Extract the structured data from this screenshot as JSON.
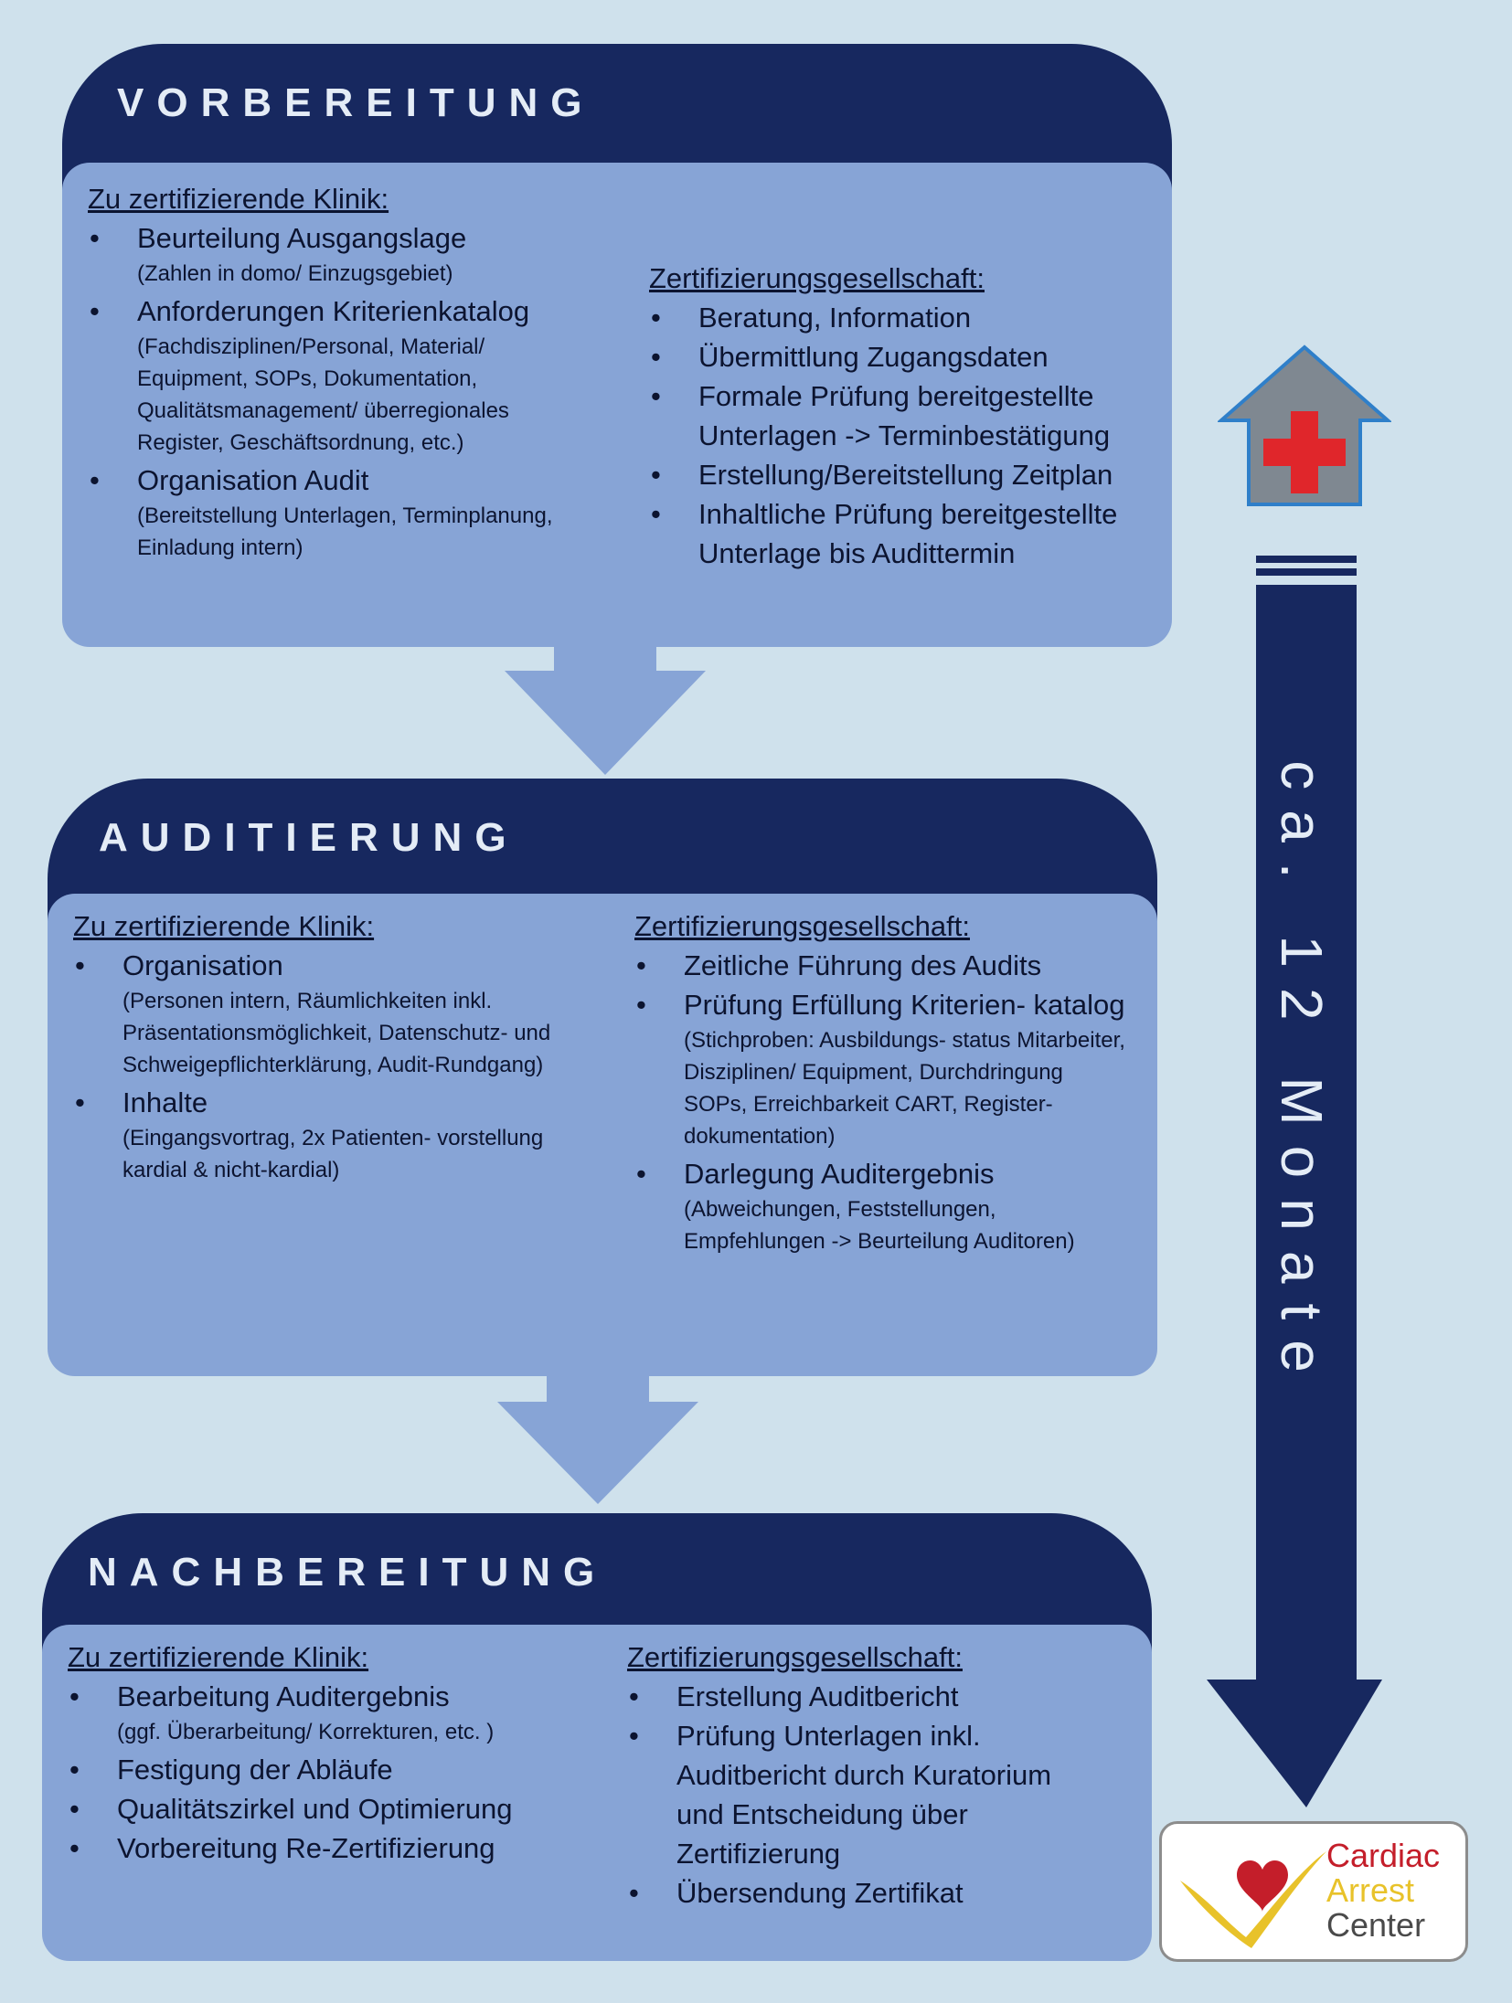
{
  "phases": [
    {
      "title": "VORBEREITUNG",
      "clinic": {
        "heading": "Zu zertifizierende Klinik:",
        "items": [
          {
            "text": "Beurteilung Ausgangslage",
            "sub": "(Zahlen in domo/ Einzugsgebiet)"
          },
          {
            "text": "Anforderungen Kriterienkatalog",
            "sub": "(Fachdisziplinen/Personal, Material/ Equipment, SOPs, Dokumentation, Qualitätsmanagement/ überregionales Register, Geschäftsordnung, etc.)"
          },
          {
            "text": "Organisation Audit",
            "sub": "(Bereitstellung Unterlagen, Terminplanung, Einladung intern)"
          }
        ]
      },
      "society": {
        "heading": "Zertifizierungsgesellschaft:",
        "items": [
          {
            "text": "Beratung, Information"
          },
          {
            "text": "Übermittlung Zugangsdaten"
          },
          {
            "text": "Formale Prüfung bereitgestellte Unterlagen -> Terminbestätigung"
          },
          {
            "text": "Erstellung/Bereitstellung Zeitplan"
          },
          {
            "text": "Inhaltliche Prüfung bereitgestellte Unterlage bis Audittermin"
          }
        ]
      }
    },
    {
      "title": "AUDITIERUNG",
      "clinic": {
        "heading": "Zu zertifizierende Klinik:",
        "items": [
          {
            "text": "Organisation",
            "sub": "(Personen intern, Räumlichkeiten inkl. Präsentationsmöglichkeit, Datenschutz- und Schweigepflichterklärung, Audit-Rundgang)"
          },
          {
            "text": "Inhalte",
            "sub": "(Eingangsvortrag, 2x Patienten- vorstellung kardial & nicht-kardial)"
          }
        ]
      },
      "society": {
        "heading": "Zertifizierungsgesellschaft:",
        "items": [
          {
            "text": "Zeitliche Führung des Audits"
          },
          {
            "text": "Prüfung Erfüllung Kriterien- katalog",
            "sub": "(Stichproben: Ausbildungs- status Mitarbeiter, Disziplinen/ Equipment, Durchdringung SOPs, Erreichbarkeit CART, Register- dokumentation)"
          },
          {
            "text": "Darlegung Auditergebnis",
            "sub": "(Abweichungen, Feststellungen, Empfehlungen -> Beurteilung Auditoren)"
          }
        ]
      }
    },
    {
      "title": "NACHBEREITUNG",
      "clinic": {
        "heading": "Zu zertifizierende Klinik:",
        "items": [
          {
            "text": "Bearbeitung Auditergebnis",
            "sub": "(ggf. Überarbeitung/ Korrekturen, etc. )"
          },
          {
            "text": "Festigung der Abläufe"
          },
          {
            "text": "Qualitätszirkel und Optimierung"
          },
          {
            "text": "Vorbereitung Re-Zertifizierung"
          }
        ]
      },
      "society": {
        "heading": "Zertifizierungsgesellschaft:",
        "items": [
          {
            "text": "Erstellung Auditbericht"
          },
          {
            "text": "Prüfung Unterlagen inkl. Auditbericht durch Kuratorium und Entscheidung über Zertifizierung"
          },
          {
            "text": "Übersendung Zertifikat"
          }
        ]
      }
    }
  ],
  "timeline": {
    "label": "ca. 12 Monate"
  },
  "icons": {
    "clinic": "hospital-house-icon",
    "logo_mark": "heart-check-icon"
  },
  "logo": {
    "line1": "Cardiac",
    "line2": "Arrest",
    "line3": "Center"
  },
  "colors": {
    "background": "#cfe1ec",
    "header": "#17285f",
    "box": "#87a4d6",
    "arrow": "#87a4d6",
    "cross": "#e0262b",
    "house": "#7f8891",
    "logo_red": "#c41e2a",
    "logo_yellow": "#e8c22a",
    "logo_gray": "#4a4a4a"
  }
}
